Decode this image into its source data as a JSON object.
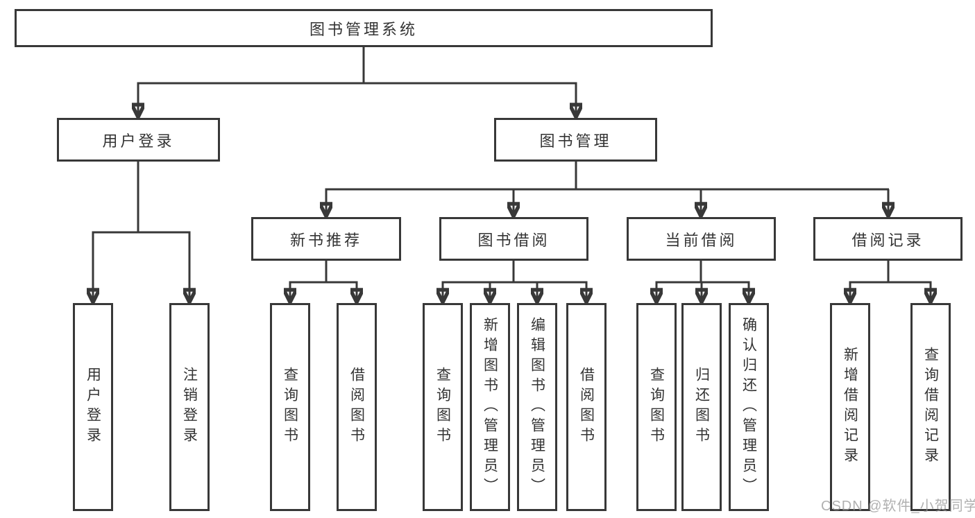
{
  "diagram": {
    "title": "图书管理系统",
    "colors": {
      "line": "#383838",
      "box_border": "#383838",
      "box_fill": "#ffffff",
      "text": "#333333",
      "background": "#ffffff",
      "watermark": "#969696"
    },
    "root": {
      "label": "图书管理系统"
    },
    "level2": {
      "user_login_group": {
        "label": "用户登录"
      },
      "book_management": {
        "label": "图书管理"
      }
    },
    "level3": {
      "new_book_recommend": {
        "label": "新书推荐"
      },
      "book_borrow": {
        "label": "图书借阅"
      },
      "current_borrow": {
        "label": "当前借阅"
      },
      "borrow_records": {
        "label": "借阅记录"
      }
    },
    "leaves": {
      "user_login": {
        "label": "用户登录",
        "parent": "用户登录"
      },
      "logout": {
        "label": "注销登录",
        "parent": "用户登录"
      },
      "recommend_query_books": {
        "label": "查询图书",
        "parent": "新书推荐"
      },
      "recommend_borrow_books": {
        "label": "借阅图书",
        "parent": "新书推荐"
      },
      "borrow_query_books": {
        "label": "查询图书",
        "parent": "图书借阅"
      },
      "borrow_add_books_admin": {
        "label": "新增图书（管理员）",
        "parent": "图书借阅"
      },
      "borrow_edit_books_admin": {
        "label": "编辑图书（管理员）",
        "parent": "图书借阅"
      },
      "borrow_borrow_books": {
        "label": "借阅图书",
        "parent": "图书借阅"
      },
      "current_query_books": {
        "label": "查询图书",
        "parent": "当前借阅"
      },
      "current_return_books": {
        "label": "归还图书",
        "parent": "当前借阅"
      },
      "current_confirm_return_admin": {
        "label": "确认归还（管理员）",
        "parent": "当前借阅"
      },
      "records_add_record": {
        "label": "新增借阅记录",
        "parent": "借阅记录"
      },
      "records_query_record": {
        "label": "查询借阅记录",
        "parent": "借阅记录"
      }
    },
    "watermark": {
      "text": "CSDN @软件_小贺同学"
    }
  }
}
